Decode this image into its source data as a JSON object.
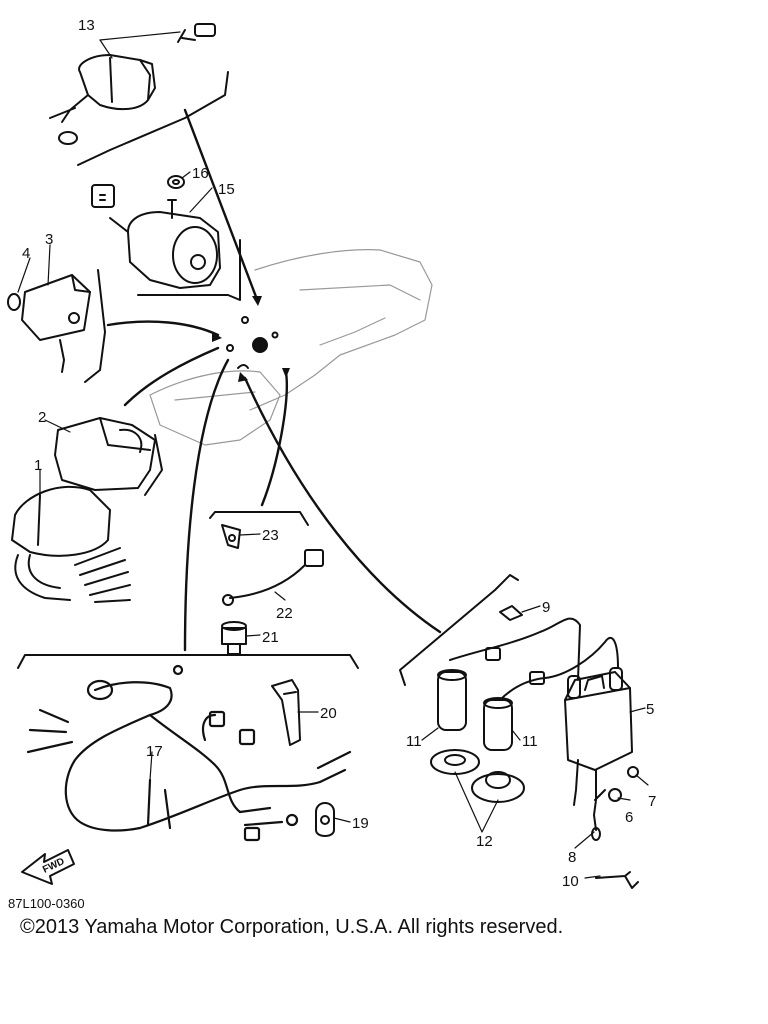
{
  "diagram": {
    "callouts": [
      "1",
      "2",
      "3",
      "4",
      "5",
      "6",
      "7",
      "8",
      "9",
      "10",
      "11",
      "12",
      "13",
      "15",
      "16",
      "17",
      "19",
      "20",
      "21",
      "22",
      "23"
    ],
    "forward_arrow": "FWD",
    "drawing_code": "87L100-0360"
  },
  "footer": {
    "copyright": "©2013 Yamaha Motor Corporation, U.S.A. All rights reserved."
  }
}
